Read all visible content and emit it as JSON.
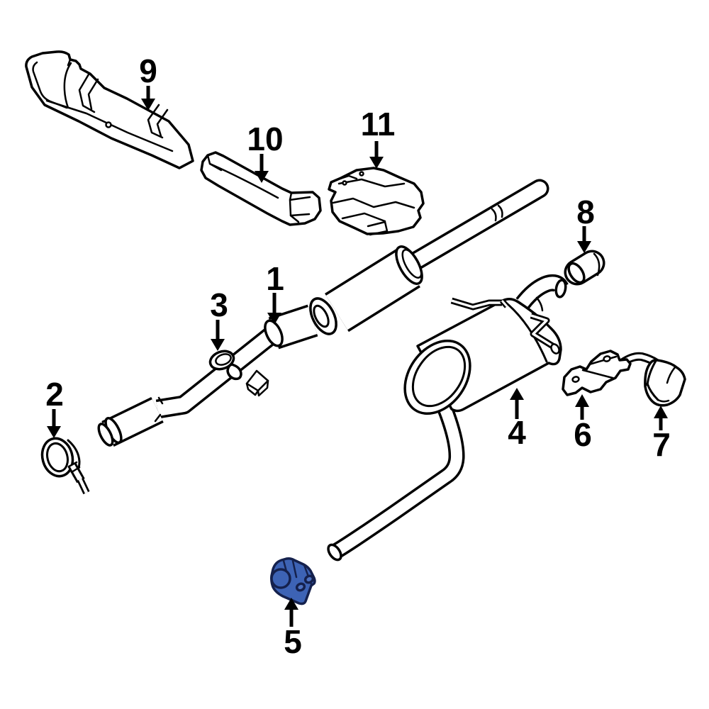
{
  "diagram": {
    "background_color": "#ffffff",
    "line_color": "#000000",
    "highlight_fill": "#3d63b5",
    "highlight_stroke": "#15214d",
    "highlight_hole_fill": "#4f72c0",
    "highlighted_callout": "5",
    "callouts": [
      {
        "label": "1",
        "arrow": "down"
      },
      {
        "label": "2",
        "arrow": "down"
      },
      {
        "label": "3",
        "arrow": "down"
      },
      {
        "label": "4",
        "arrow": "up"
      },
      {
        "label": "5",
        "arrow": "up"
      },
      {
        "label": "6",
        "arrow": "up"
      },
      {
        "label": "7",
        "arrow": "up"
      },
      {
        "label": "8",
        "arrow": "down"
      },
      {
        "label": "9",
        "arrow": "down"
      },
      {
        "label": "10",
        "arrow": "down"
      },
      {
        "label": "11",
        "arrow": "down"
      }
    ]
  }
}
